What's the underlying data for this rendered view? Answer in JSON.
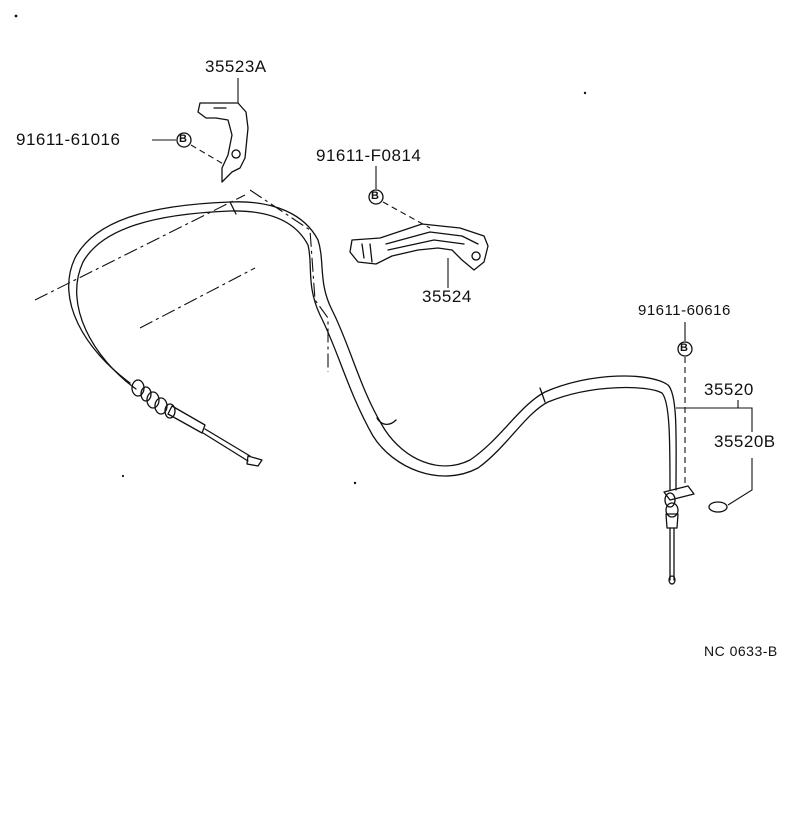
{
  "labels": {
    "part_35523a": "35523A",
    "part_91611_61016": "91611-61016",
    "part_91611_f0814": "91611-F0814",
    "part_35524": "35524",
    "part_91611_60616": "91611-60616",
    "part_35520": "35520",
    "part_35520b": "35520B",
    "drawing_code": "NC 0633-B"
  },
  "bolt_marker": "B",
  "colors": {
    "line": "#111111",
    "background": "#ffffff"
  }
}
